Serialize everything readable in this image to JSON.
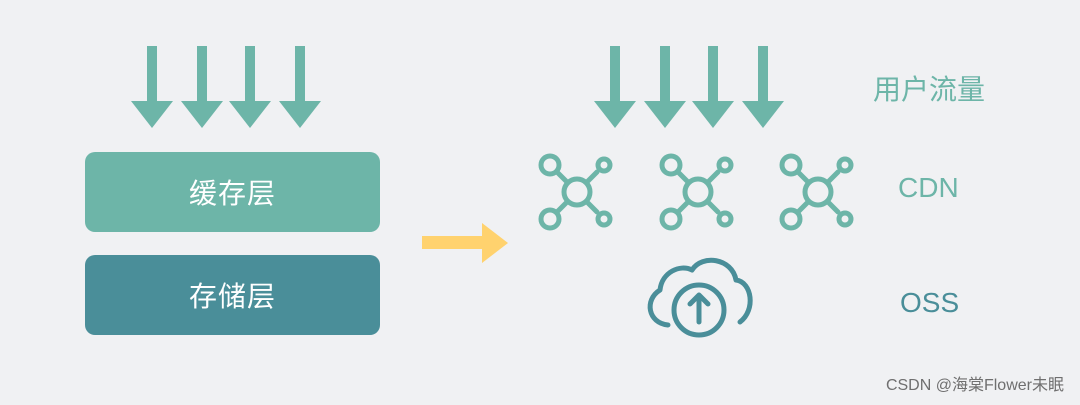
{
  "colors": {
    "background": "#f0f1f3",
    "teal_light": "#6db5a8",
    "teal_dark": "#4a8e99",
    "arrow_yellow": "#ffd26e",
    "watermark": "#6f6f6f"
  },
  "left_panel": {
    "cache_layer": "缓存层",
    "storage_layer": "存储层"
  },
  "right_panel": {
    "traffic_label": "用户流量",
    "cdn_label": "CDN",
    "oss_label": "OSS",
    "cdn_icons": [
      "cdn-node-icon",
      "cdn-node-icon",
      "cdn-node-icon"
    ],
    "oss_icon": "cloud-upload-icon"
  },
  "watermark": "CSDN @海棠Flower未眠"
}
